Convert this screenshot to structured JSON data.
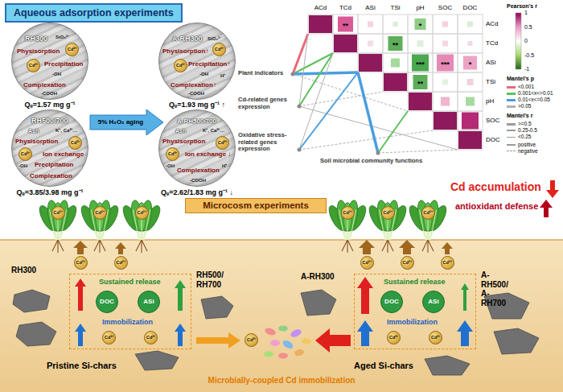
{
  "diagram": {
    "nodes": [
      {
        "text": [
          "Aqueous adsorption experiments"
        ]
      },
      {
        "text": [
          "RH300",
          "Physisorption",
          "Precipitation",
          "Complexation",
          "SiO₃²⁻",
          "-OH",
          "-COOH"
        ]
      },
      {
        "text": [
          "Cd²⁺"
        ],
        "in": 1
      },
      {
        "text": [
          "Cd²⁺"
        ],
        "in": 1
      },
      {
        "text": [
          "RH500/700",
          "Ash",
          "K⁺, Ca²⁺…",
          "Physisorption",
          "Ion exchange",
          "Precipitation",
          "-OH",
          "Complexation"
        ]
      },
      {
        "text": [
          "Cd²⁺"
        ],
        "in": 4
      },
      {
        "text": [
          "Cd²⁺"
        ],
        "in": 4
      },
      {
        "text": [
          "A-RH300",
          "Physisorption↑",
          "Precipitation↑",
          "Complexation↑",
          "SiO₃²⁻",
          "-OH",
          "-COOH",
          "H⁺"
        ]
      },
      {
        "text": [
          "Cd²⁺"
        ],
        "in": 7
      },
      {
        "text": [
          "Cd²⁺"
        ],
        "in": 7
      },
      {
        "text": [
          "A-RH500/700",
          "Ash",
          "K⁺, Ca²⁺…",
          "Physisorption",
          "Ion exchange ↓",
          "-OH",
          "Complexation",
          "-COOH",
          "H⁺"
        ]
      },
      {
        "text": [
          "Cd²⁺"
        ],
        "in": 10
      },
      {
        "text": [
          "Cd²⁺"
        ],
        "in": 10
      },
      {
        "text": [
          "Cd²⁺"
        ]
      },
      {
        "text": [
          "Cd²⁺"
        ]
      },
      {
        "text": [
          "Cd²⁺"
        ]
      },
      {
        "text": [
          "Microcosm experiments"
        ]
      },
      {
        "text": [
          "Cd²⁺"
        ]
      },
      {
        "text": [
          "Cd²⁺"
        ]
      },
      {
        "text": [
          "Cd²⁺"
        ]
      },
      {
        "text": [
          "Cd²⁺"
        ]
      },
      {
        "text": [
          "Cd²⁺"
        ]
      },
      {
        "text": [
          "Cd²⁺"
        ]
      },
      {
        "text": [
          "Cd²⁺"
        ]
      },
      {
        "text": [
          "Cd²⁺"
        ]
      },
      {
        "text": [
          "Sustained release",
          "Immobilization"
        ]
      },
      {
        "text": [
          "DOC"
        ],
        "in": 25
      },
      {
        "text": [
          "ASi"
        ],
        "in": 25
      },
      {
        "text": [
          "Cd²⁺"
        ],
        "in": 25
      },
      {
        "text": [
          "Cd²⁺"
        ],
        "in": 25
      },
      {
        "text": [
          "Sustained release",
          "Immobilization"
        ]
      },
      {
        "text": [
          "DOC"
        ],
        "in": 30
      },
      {
        "text": [
          "ASi"
        ],
        "in": 30
      },
      {
        "text": [
          "Cd²⁺"
        ],
        "in": 30
      },
      {
        "text": [
          "Cd²⁺"
        ],
        "in": 30
      },
      {
        "text": [
          "Cd²⁺"
        ]
      }
    ],
    "labels": [
      "Qₑ=1.57 mg g⁻¹",
      "5% H₂O₂ aging",
      "Qₑ=1.93 mg g⁻¹ ↑",
      "Qₑ=3.85/3.98 mg g⁻¹",
      "Qₑ=2.62/1.83 mg g⁻¹ ↓",
      "ACd",
      "TCd",
      "ASi",
      "TSi",
      "pH",
      "SOC",
      "DOC",
      "Pearson's r",
      "1",
      "0.5",
      "0",
      "-0.5",
      "-1",
      "ACd",
      "TCd",
      "ASi",
      "TSi",
      "pH",
      "SOC",
      "DOC",
      "**",
      "*",
      "**",
      "***",
      "***",
      "*",
      "**",
      "Mantel's p",
      "Mantel's r",
      "Plant indicators",
      "Cd-related genes expression",
      "Oxidative stress-related genes expression",
      "Soil microbial community functions",
      "Cd accumulation",
      "antioxidant defense",
      "RH300",
      "RH500/ RH700",
      "A-RH300",
      "A-RH500/ A-RH700",
      "Pristine Si-chars",
      "Aged Si-chars",
      "Microbially-coupled Cd immobilization"
    ],
    "legend": [
      {
        "text": "<0.001",
        "color": "#e8697a"
      },
      {
        "text": "0.001<x<=0.01",
        "color": "#5cbf5c"
      },
      {
        "text": "0.01<x<=0.05",
        "color": "#4a9ee0"
      },
      {
        "text": ">0.05",
        "color": "#b0b0b0"
      },
      {
        "text": ">=0.5"
      },
      {
        "text": "0.25-0.5"
      },
      {
        "text": "<0.25"
      },
      {
        "text": "positive"
      },
      {
        "text": "negative"
      }
    ]
  }
}
